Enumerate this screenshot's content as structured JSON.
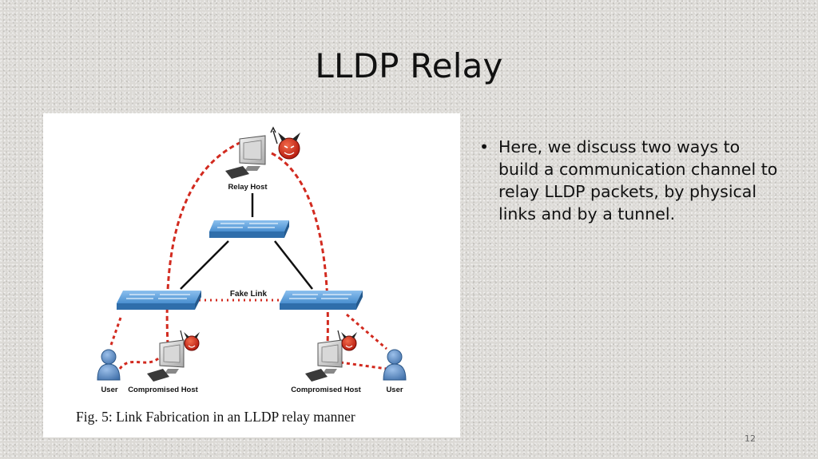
{
  "slide": {
    "title": "LLDP Relay",
    "number": "12"
  },
  "bullets": [
    "Here, we discuss two ways to build a communication channel to relay LLDP packets, by physical links and by a tunnel."
  ],
  "figure": {
    "caption": "Fig. 5: Link Fabrication in an LLDP relay manner",
    "labels": {
      "relay_host": "Relay Host",
      "fake_link": "Fake Link",
      "user_left": "User",
      "compromised_host_left": "Compromised Host",
      "compromised_host_right": "Compromised Host",
      "user_right": "User"
    },
    "colors": {
      "attack_link": "#d22a1f",
      "switch": "#4a8fd0",
      "user": "#4f7fbd"
    }
  }
}
